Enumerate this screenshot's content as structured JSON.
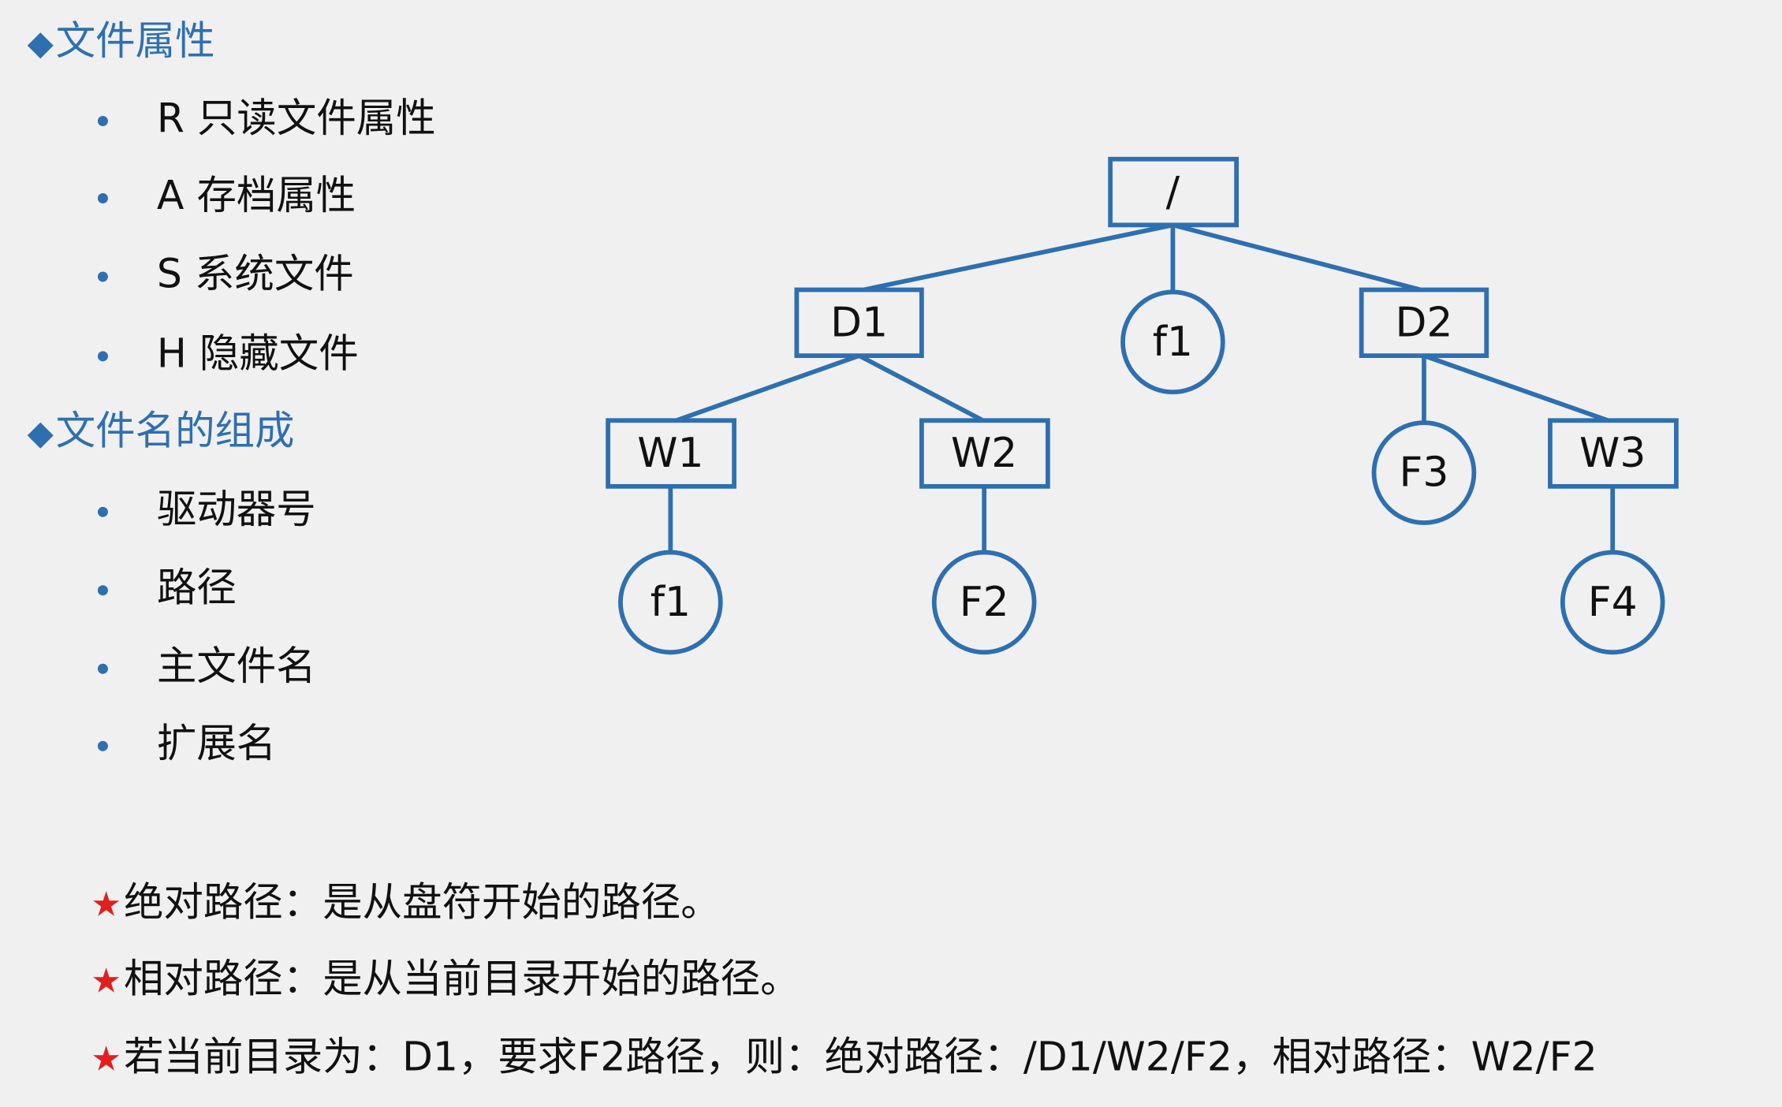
{
  "section1": {
    "title": "文件属性",
    "items": [
      "R 只读文件属性",
      "A 存档属性",
      "S 系统文件",
      "H 隐藏文件"
    ]
  },
  "section2": {
    "title": "文件名的组成",
    "items": [
      "驱动器号",
      "路径",
      "主文件名",
      "扩展名"
    ]
  },
  "tree": {
    "root": "/",
    "d1": "D1",
    "f1_root": "f1",
    "d2": "D2",
    "w1": "W1",
    "w2": "W2",
    "f3": "F3",
    "w3": "W3",
    "f1_w1": "f1",
    "f2": "F2",
    "f4": "F4"
  },
  "notes": [
    "绝对路径：是从盘符开始的路径。",
    "相对路径：是从当前目录开始的路径。",
    "若当前目录为：D1，要求F2路径，则：绝对路径：/D1/W2/F2，相对路径：W2/F2"
  ],
  "colors": {
    "accent": "#2e6fb0",
    "star": "#e02020",
    "background": "#f0f0f0"
  }
}
